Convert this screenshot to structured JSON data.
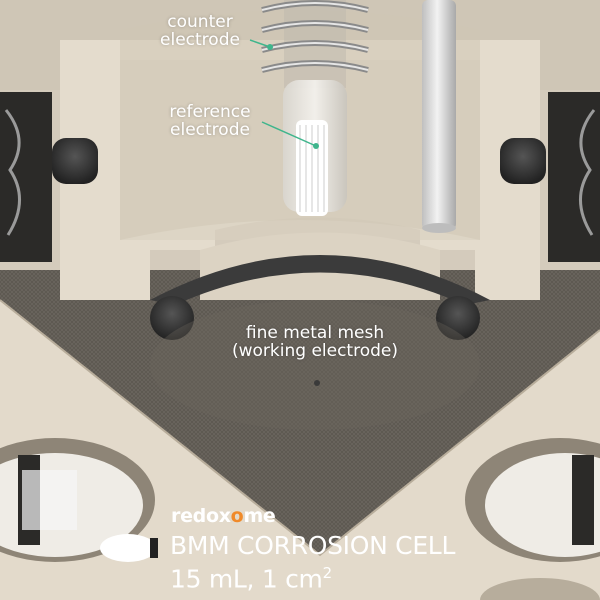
{
  "labels": {
    "counter_line1": "counter",
    "counter_line2": "electrode",
    "reference_line1": "reference",
    "reference_line2": "electrode",
    "mesh_line1": "fine metal mesh",
    "mesh_line2": "(working electrode)"
  },
  "branding": {
    "logo_pre": "redox",
    "logo_dot": "o",
    "logo_post": "me",
    "logo_dot_color": "#f08a2a"
  },
  "product": {
    "title": "BMM CORROSION CELL",
    "specs": "15 mL, 1 cm",
    "specs_superscript": "2"
  },
  "colors": {
    "cell_body": "#e1d8c8",
    "cell_shadow": "#c7bdac",
    "oring": "#3a3a3a",
    "mesh": "#5a554e",
    "leader_line": "#3fb58c"
  }
}
